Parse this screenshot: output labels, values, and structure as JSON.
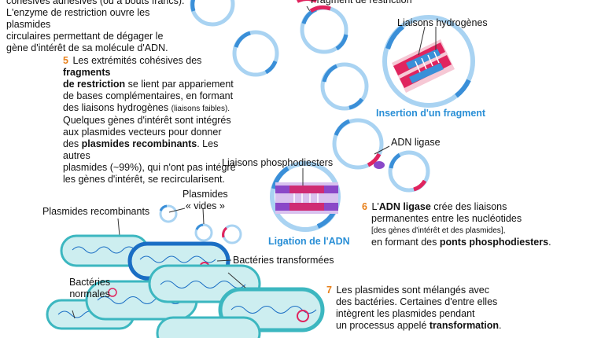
{
  "step4": {
    "line1": "cohésives adhésives (ou à bouts francs).",
    "line2": "L'enzyme de restriction ouvre les plasmides",
    "line3": "circulaires permettant de dégager le",
    "line4": "gène d'intérêt de sa molécule d'ADN."
  },
  "step5": {
    "number": "5",
    "t1": "Les extrémités cohésives des",
    "t1b": "fragments",
    "t2b": "de restriction",
    "t2": "se lient par appariement",
    "t3": "de bases complémentaires, en formant",
    "t4": "des liaisons hydrogènes",
    "t4s": "(liaisons faibles).",
    "t5": "Quelques gènes d'intérêt sont intégrés",
    "t6": "aux plasmides vecteurs pour donner",
    "t7": "des",
    "t7b": "plasmides recombinants",
    "t7c": ". Les autres",
    "t8": "plasmides (~99%), qui n'ont pas intégré",
    "t9": "les gènes d'intérêt, se recircularisent."
  },
  "step6": {
    "number": "6",
    "t1": "L'",
    "t1b": "ADN ligase",
    "t1c": "crée des liaisons",
    "t2": "permanentes entre les nucléotides",
    "t3": "[des gènes d'intérêt et des plasmides],",
    "t4": "en formant des",
    "t4b": "ponts phosphodiesters",
    "t4c": "."
  },
  "step7": {
    "number": "7",
    "t1": "Les plasmides sont mélangés avec",
    "t2": "des bactéries. Certaines d'entre elles",
    "t3": "intègrent les plasmides pendant",
    "t4": "un processus appelé",
    "t4b": "transformation",
    "t4c": "."
  },
  "labels": {
    "fragment_restriction": "Fragment de restriction",
    "liaisons_hydrogenes": "Liaisons hydrogènes",
    "insertion_fragment": "Insertion d'un fragment",
    "adn_ligase": "ADN ligase",
    "liaisons_phospho": "Liaisons phosphodiesters",
    "ligation": "Ligation de l'ADN",
    "plasmides_recombinants": "Plasmides recombinants",
    "plasmides_vides_1": "Plasmides",
    "plasmides_vides_2": "« vides »",
    "bacteries_transformees": "Bactéries transformées",
    "bacteries_normales_1": "Bactéries",
    "bacteries_normales_2": "normales"
  },
  "colors": {
    "plasmid_blue": "#3a8fd8",
    "plasmid_light": "#a9d3f2",
    "fragment_red": "#e0245e",
    "bacteria_fill": "#cdeef0",
    "bacteria_stroke": "#3cb7c0",
    "bacteria_transformed_stroke": "#1a6ec4",
    "ligase_purple": "#8a48c8",
    "label_blue": "#2a8fd6"
  }
}
